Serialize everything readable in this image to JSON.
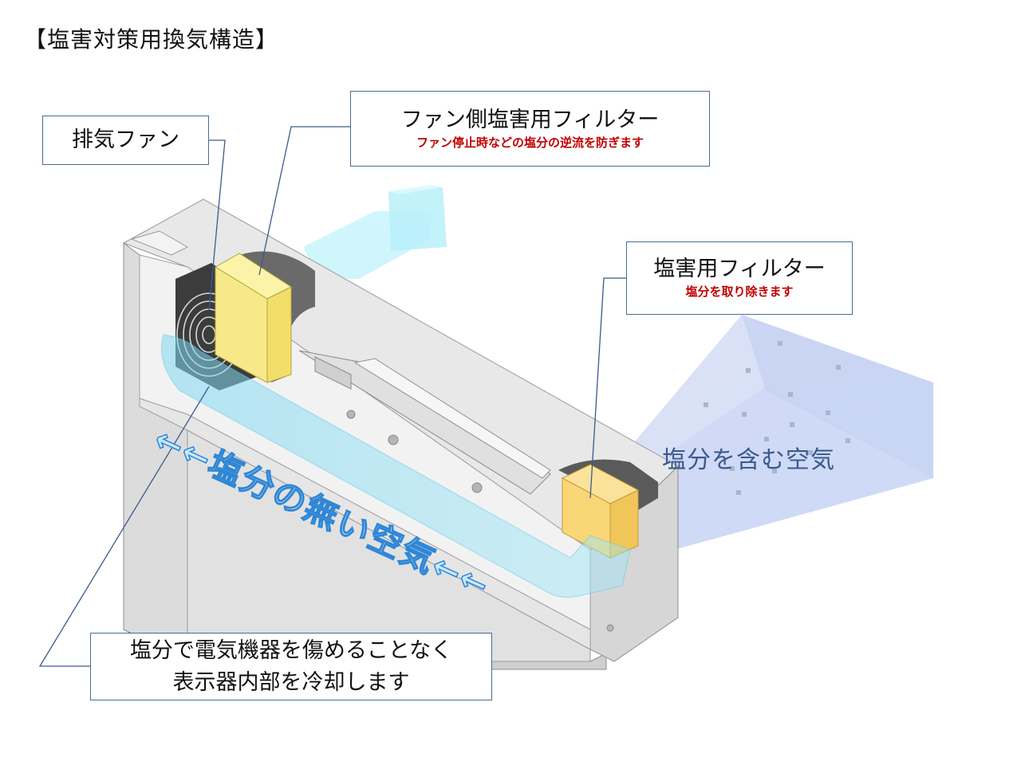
{
  "title": "【塩害対策用換気構造】",
  "callouts": {
    "exhaust_fan": {
      "label": "排気ファン"
    },
    "fan_side_filter": {
      "label": "ファン側塩害用フィルター",
      "note": "ファン停止時などの塩分の逆流を防ぎます"
    },
    "salt_filter": {
      "label": "塩害用フィルター",
      "note": "塩分を取り除きます"
    },
    "cooling": {
      "line1": "塩分で電気機器を傷めることなく",
      "line2": "表示器内部を冷却します"
    }
  },
  "labels": {
    "salty_air": "塩分を含む空気",
    "clean_air_flow": "←←塩分の無い空気←←"
  },
  "colors": {
    "callout_border": "#4a6a94",
    "note_text": "#c00000",
    "salty_air_text": "#3b5a8c",
    "clean_air_fill": "#c7e8ff",
    "clean_air_stroke": "#2f86d6",
    "filter_yellow": "#f7e98a",
    "housing_gray": "#e4e4e4"
  }
}
